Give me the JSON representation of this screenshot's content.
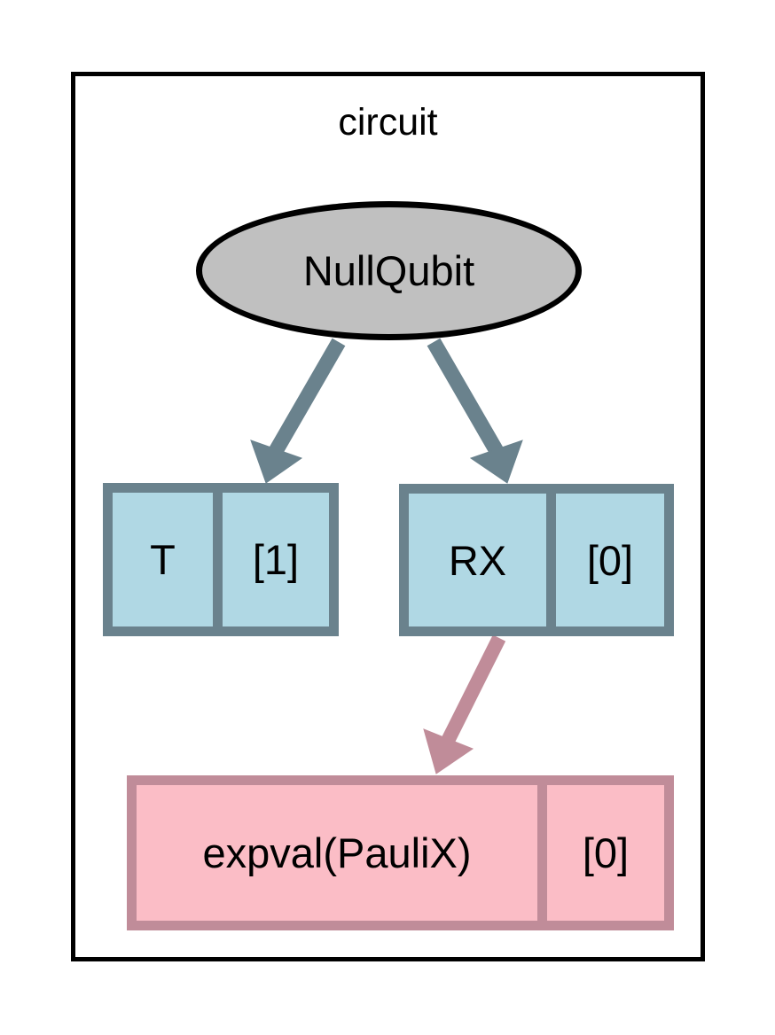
{
  "diagram": {
    "type": "graphviz-digraph",
    "cluster": {
      "title": "circuit"
    },
    "nodes": [
      {
        "id": "nullqubit",
        "shape": "ellipse",
        "label": "NullQubit",
        "fill": "#c0c0c0",
        "stroke": "#000000"
      },
      {
        "id": "t-gate",
        "shape": "record",
        "fields": [
          {
            "name": "op",
            "label": "T"
          },
          {
            "name": "wires",
            "label": "[1]"
          }
        ],
        "fill": "#b0d8e4",
        "stroke": "#6a828d"
      },
      {
        "id": "rx-gate",
        "shape": "record",
        "fields": [
          {
            "name": "op",
            "label": "RX"
          },
          {
            "name": "wires",
            "label": "[0]"
          }
        ],
        "fill": "#b0d8e4",
        "stroke": "#6a828d"
      },
      {
        "id": "expval-paulix",
        "shape": "record",
        "fields": [
          {
            "name": "op",
            "label": "expval(PauliX)"
          },
          {
            "name": "wires",
            "label": "[0]"
          }
        ],
        "fill": "#fbbdc6",
        "stroke": "#c08c99"
      }
    ],
    "edges": [
      {
        "from": "nullqubit",
        "to": "t-gate",
        "color": "#6a828d"
      },
      {
        "from": "nullqubit",
        "to": "rx-gate",
        "color": "#6a828d"
      },
      {
        "from": "rx-gate",
        "to": "expval-paulix",
        "color": "#c08c99"
      }
    ],
    "colors": {
      "background": "#ffffff",
      "frame": "#000000",
      "gate_fill": "#b0d8e4",
      "gate_stroke": "#6a828d",
      "measurement_fill": "#fbbdc6",
      "measurement_stroke": "#c08c99",
      "device_fill": "#c0c0c0",
      "device_stroke": "#000000"
    }
  }
}
